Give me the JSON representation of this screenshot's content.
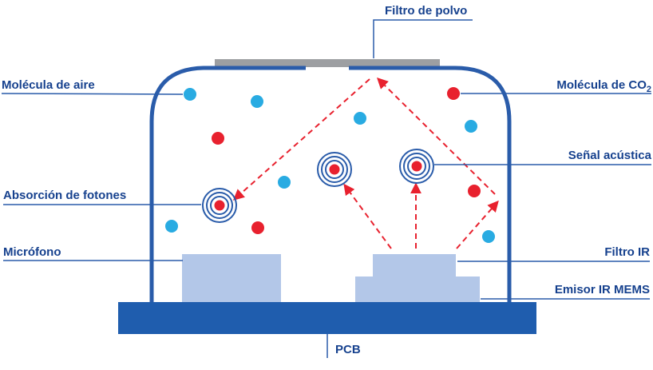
{
  "diagram": {
    "labels": {
      "dust_filter": "Filtro de polvo",
      "air_molecule": "Molécula de aire",
      "co2_molecule_prefix": "Molécula de  CO",
      "co2_subscript": "2",
      "acoustic_signal": "Señal acústica",
      "photon_absorption": "Absorción de fotones",
      "microphone": "Micrófono",
      "ir_filter": "Filtro IR",
      "ir_emitter": "Emisor IR MEMS",
      "pcb": "PCB"
    },
    "colors": {
      "outline": "#2a5caa",
      "label_text": "#16418e",
      "air_dot": "#29abe2",
      "co2_dot": "#e8212e",
      "ray": "#e8212e",
      "component_fill": "#b3c7e8",
      "pcb_fill": "#1f5dae",
      "dust_filter_fill": "#9d9fa2"
    }
  }
}
